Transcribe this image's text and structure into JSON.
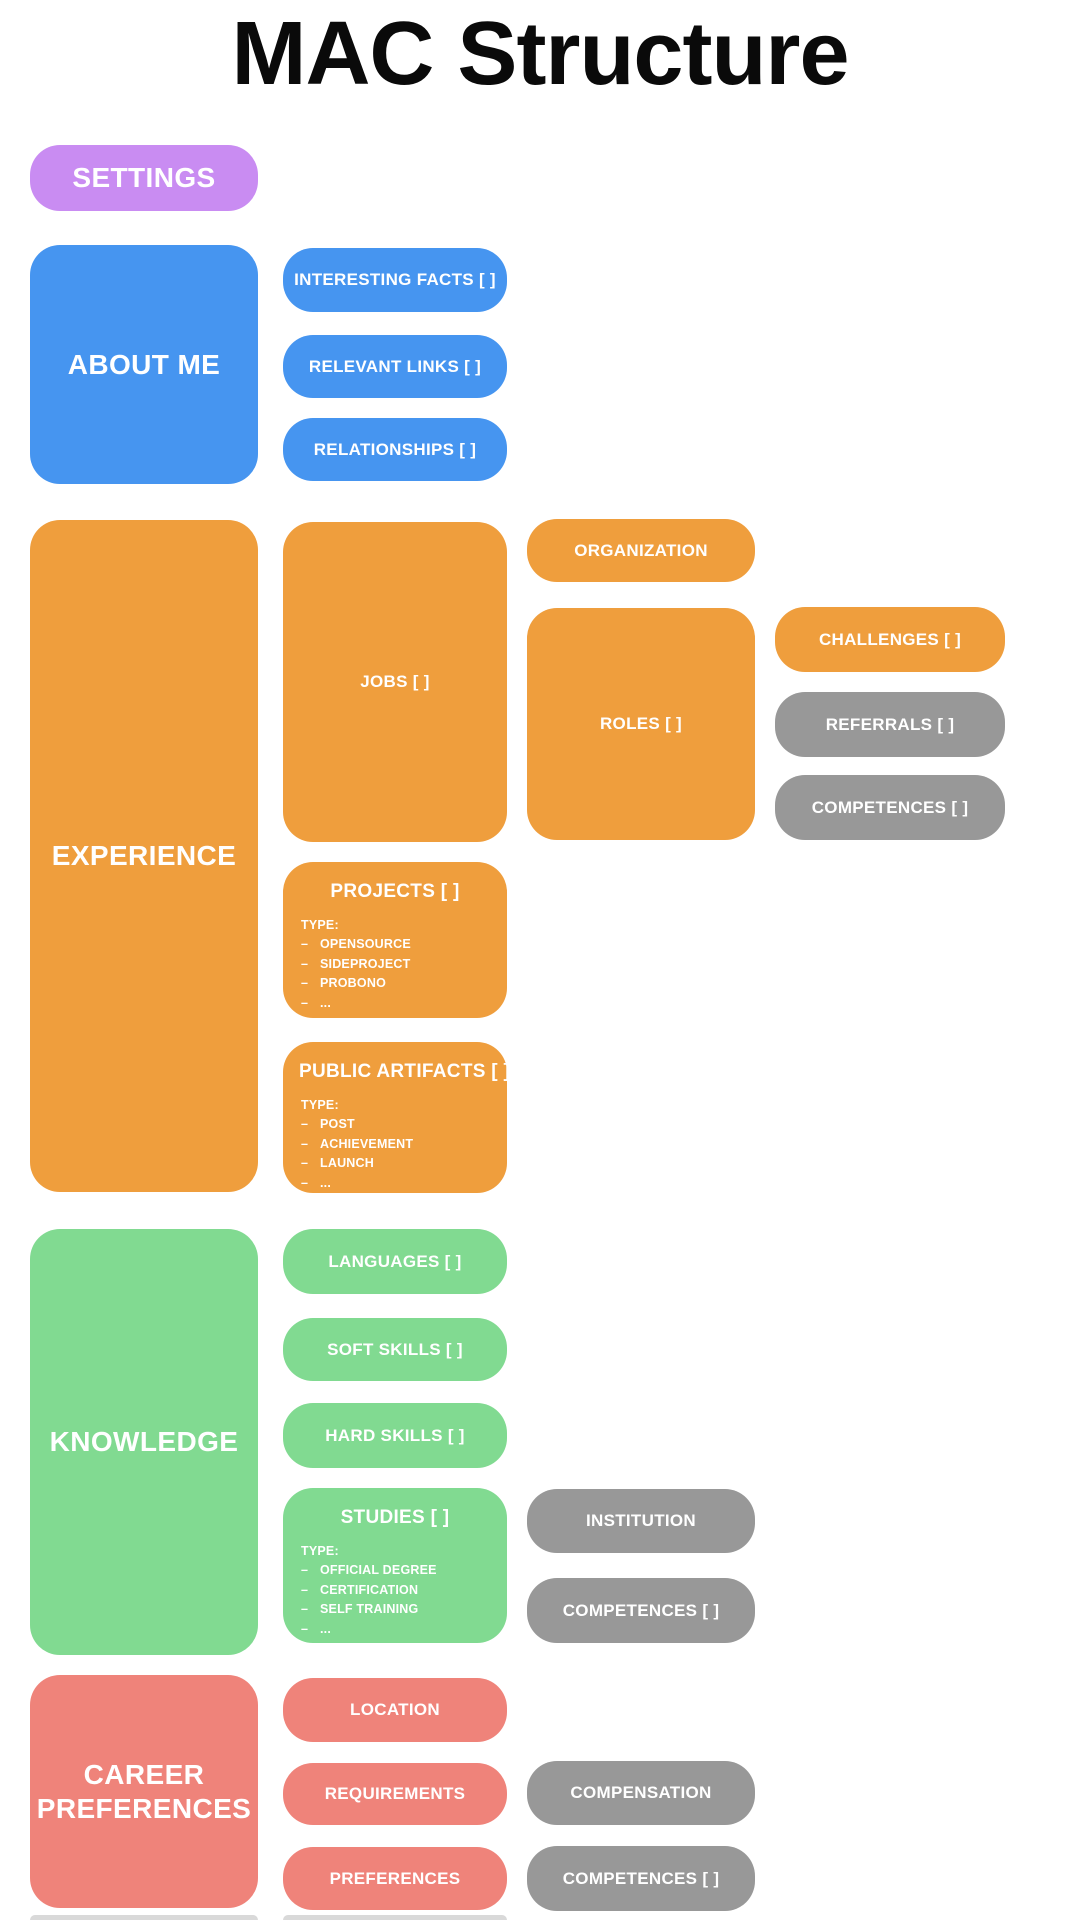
{
  "title": "MAC Structure",
  "colors": {
    "purple": "#c98cf2",
    "blue": "#4695f0",
    "orange": "#ef9e3d",
    "green": "#81da91",
    "salmon": "#ef837a",
    "gray": "#989898",
    "text": "#ffffff",
    "title": "#0a0a0a"
  },
  "settings": {
    "label": "SETTINGS"
  },
  "about_me": {
    "label": "ABOUT ME",
    "interesting_facts": {
      "label": "INTERESTING FACTS [ ]"
    },
    "relevant_links": {
      "label": "RELEVANT LINKS [ ]"
    },
    "relationships": {
      "label": "RELATIONSHIPS [ ]"
    }
  },
  "experience": {
    "label": "EXPERIENCE",
    "jobs": {
      "label": "JOBS [ ]"
    },
    "organization": {
      "label": "ORGANIZATION"
    },
    "roles": {
      "label": "ROLES [ ]"
    },
    "challenges": {
      "label": "CHALLENGES [ ]"
    },
    "referrals": {
      "label": "REFERRALS [ ]"
    },
    "competences": {
      "label": "COMPETENCES [ ]"
    },
    "projects": {
      "label": "PROJECTS [ ]",
      "list_header": "TYPE:",
      "items": [
        "OPENSOURCE",
        "SIDEPROJECT",
        "PROBONO",
        "..."
      ]
    },
    "public_artifacts": {
      "label": "PUBLIC ARTIFACTS [ ]",
      "list_header": "TYPE:",
      "items": [
        "POST",
        "ACHIEVEMENT",
        "LAUNCH",
        "..."
      ]
    }
  },
  "knowledge": {
    "label": "KNOWLEDGE",
    "languages": {
      "label": "LANGUAGES [ ]"
    },
    "soft_skills": {
      "label": "SOFT SKILLS [ ]"
    },
    "hard_skills": {
      "label": "HARD SKILLS [ ]"
    },
    "studies": {
      "label": "STUDIES [ ]",
      "list_header": "TYPE:",
      "items": [
        "OFFICIAL DEGREE",
        "CERTIFICATION",
        "SELF TRAINING",
        "..."
      ]
    },
    "institution": {
      "label": "INSTITUTION"
    },
    "competences": {
      "label": "COMPETENCES [ ]"
    }
  },
  "career_preferences": {
    "label": "CAREER PREFERENCES",
    "location": {
      "label": "LOCATION"
    },
    "requirements": {
      "label": "REQUIREMENTS"
    },
    "preferences": {
      "label": "PREFERENCES"
    },
    "compensation": {
      "label": "COMPENSATION"
    },
    "competences": {
      "label": "COMPETENCES [ ]"
    }
  }
}
